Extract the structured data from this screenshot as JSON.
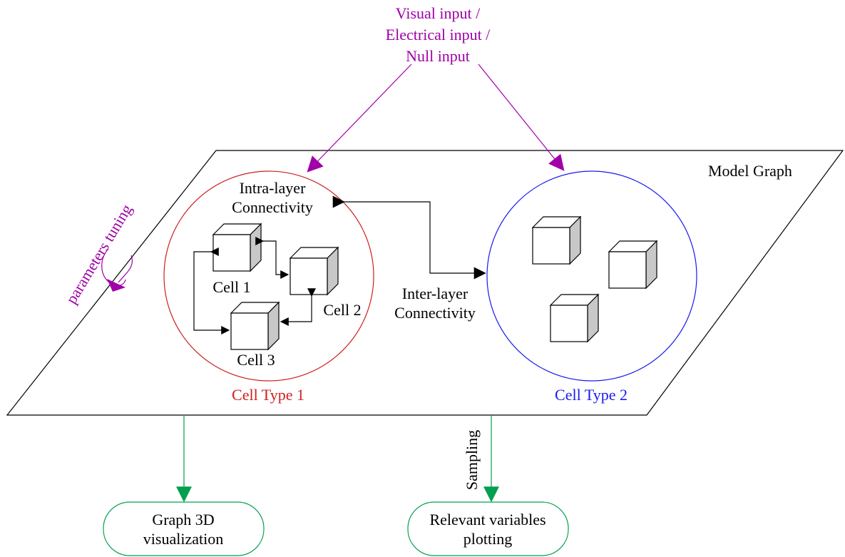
{
  "colors": {
    "input": "#a000a8",
    "cell_type_1": "#cc2020",
    "cell_type_2": "#1a1aee",
    "output": "#00a050",
    "line": "#000000",
    "cube_side": "#c8c8c8"
  },
  "input": {
    "lines": [
      "Visual input /",
      "Electrical input /",
      "Null input"
    ]
  },
  "model_graph": {
    "label": "Model Graph"
  },
  "parameters": {
    "label": "parameters tuning"
  },
  "cell_type_1": {
    "label": "Cell Type 1",
    "intra_lines": [
      "Intra-layer",
      "Connectivity"
    ],
    "cells": [
      "Cell 1",
      "Cell 2",
      "Cell 3"
    ]
  },
  "cell_type_2": {
    "label": "Cell Type 2"
  },
  "inter_layer": {
    "lines": [
      "Inter-layer",
      "Connectivity"
    ]
  },
  "sampling": {
    "label": "Sampling"
  },
  "outputs": {
    "graph_3d": [
      "Graph 3D",
      "visualization"
    ],
    "plotting": [
      "Relevant variables",
      "plotting"
    ]
  },
  "icons": {
    "cube": "cube-icon",
    "rotate": "rotate-arrow-icon"
  }
}
